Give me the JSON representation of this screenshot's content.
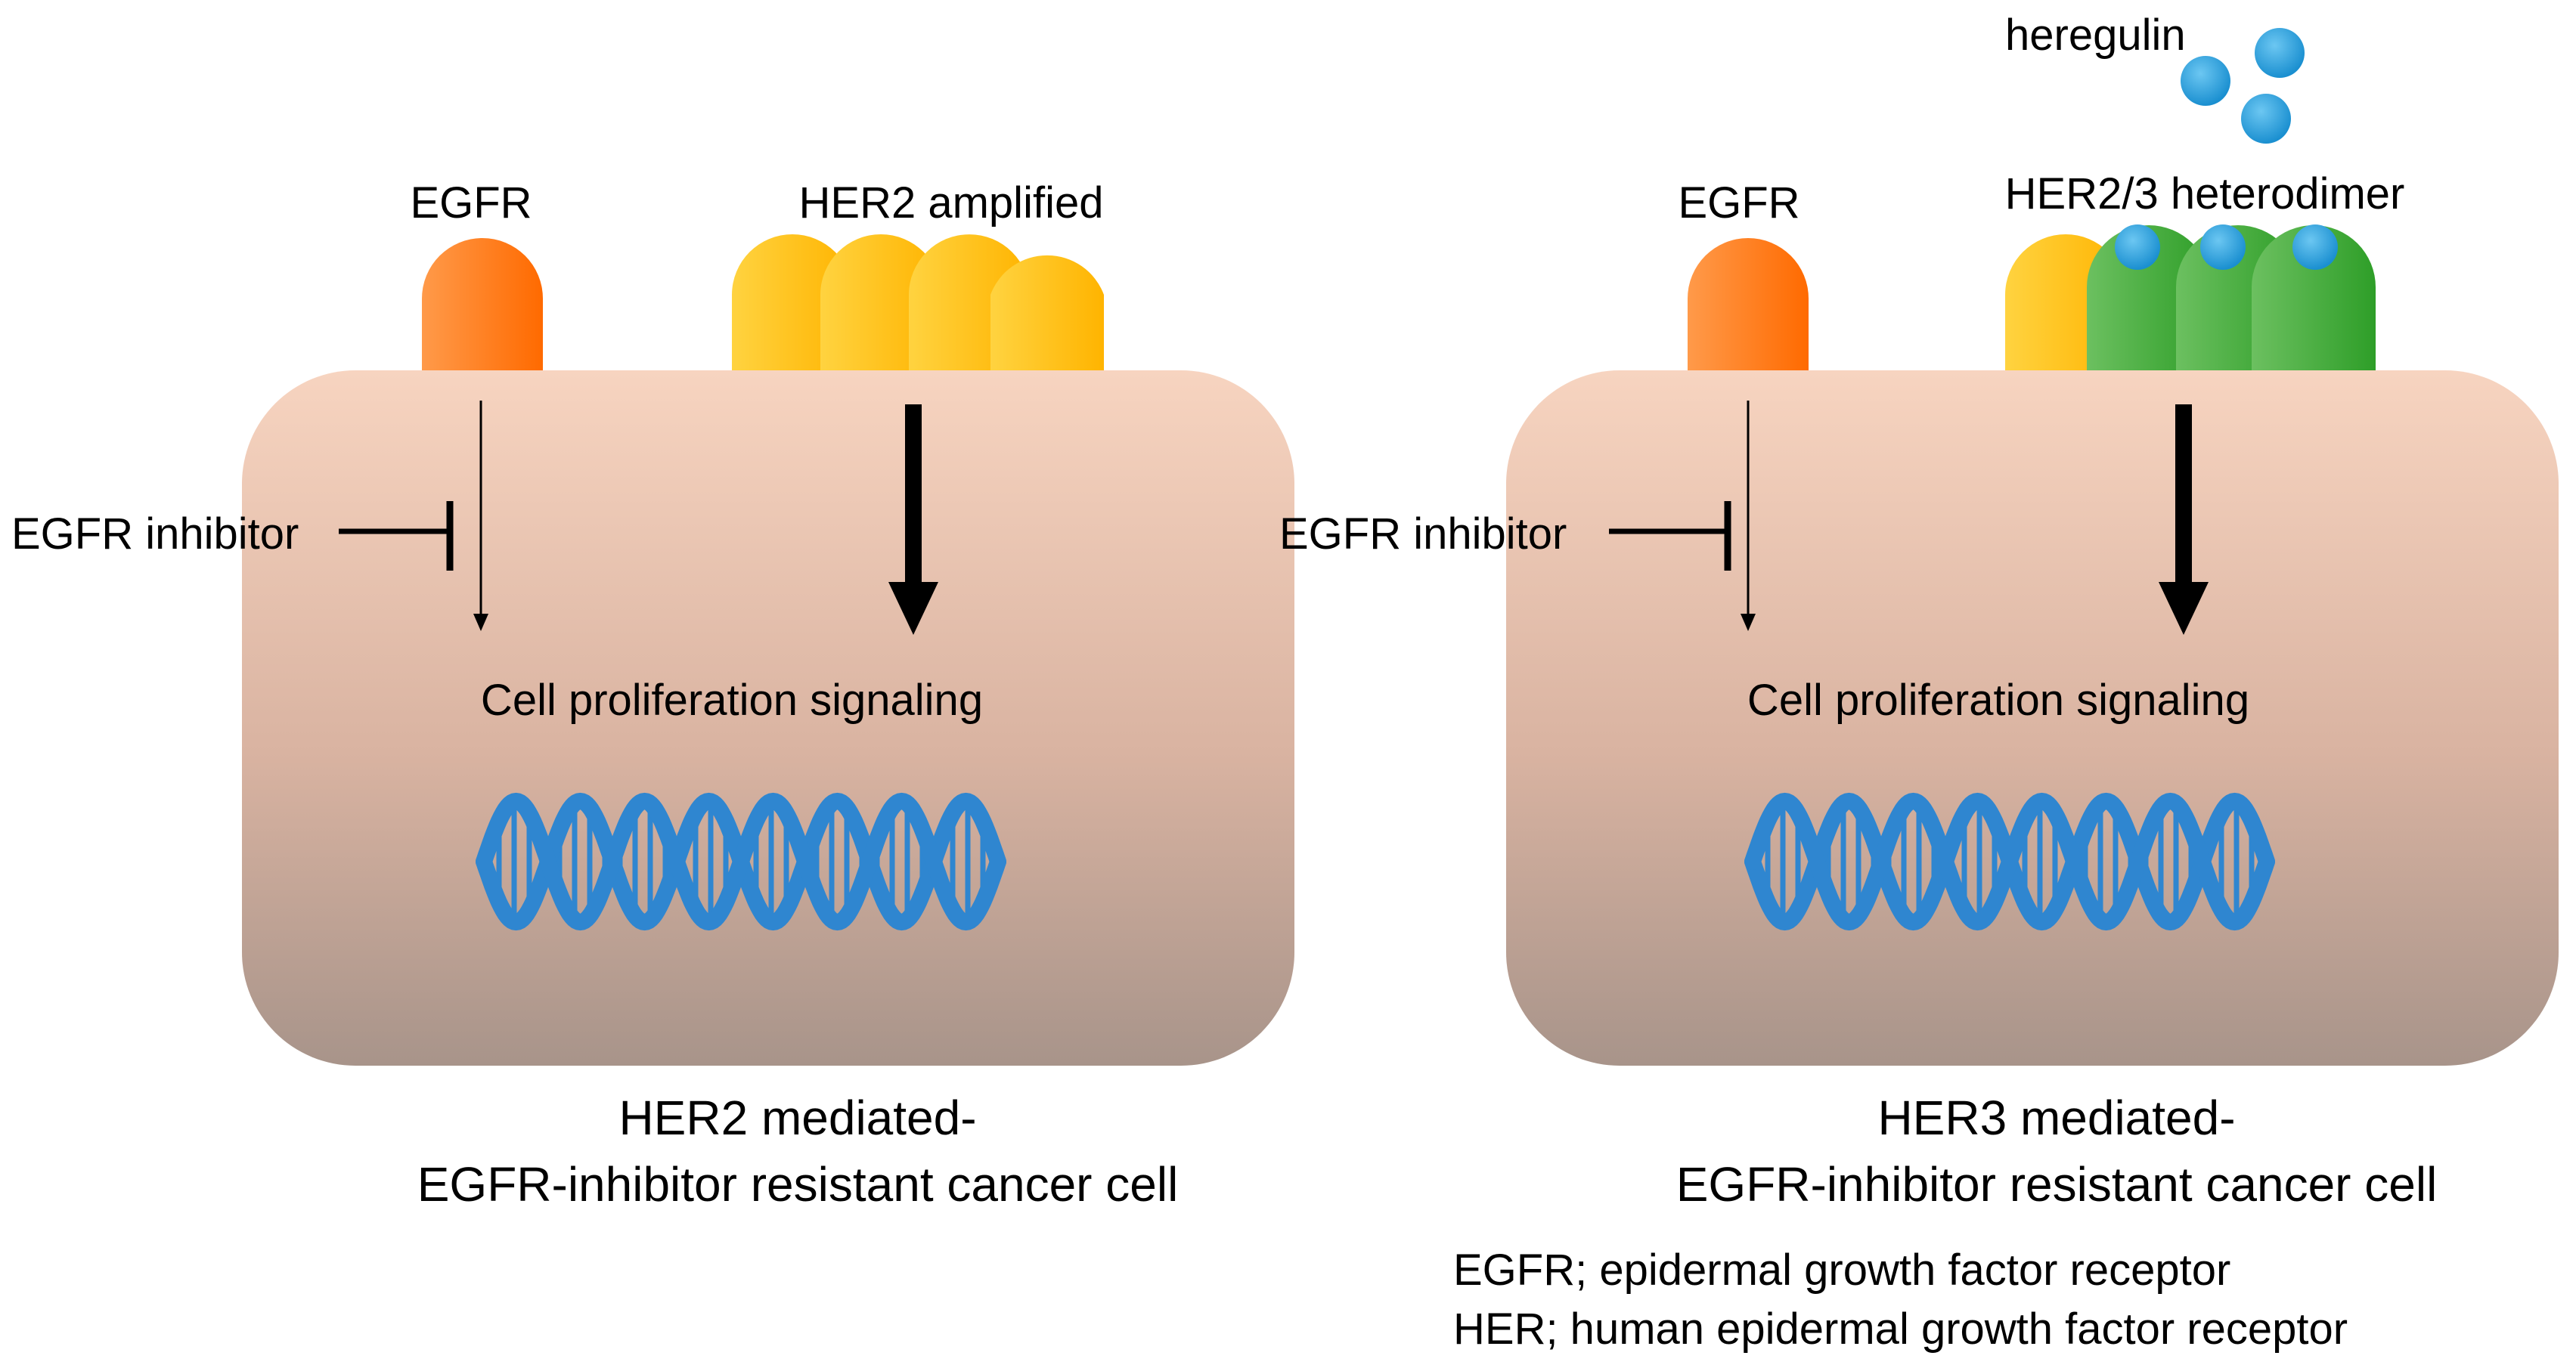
{
  "left_panel": {
    "egfr_label": "EGFR",
    "her2_label": "HER2 amplified",
    "inhibitor_label": "EGFR inhibitor",
    "signaling_label": "Cell proliferation signaling",
    "caption_line1": "HER2 mediated-",
    "caption_line2": "EGFR-inhibitor resistant cancer cell"
  },
  "right_panel": {
    "ligand_label": "heregulin",
    "egfr_label": "EGFR",
    "heterodimer_label": "HER2/3 heterodimer",
    "inhibitor_label": "EGFR inhibitor",
    "signaling_label": "Cell proliferation signaling",
    "caption_line1": "HER3 mediated-",
    "caption_line2": "EGFR-inhibitor resistant cancer cell"
  },
  "footnote": {
    "line1": "EGFR; epidermal growth factor receptor",
    "line2": "HER; human epidermal growth factor receptor"
  },
  "colors": {
    "egfr": "#ff7a1a",
    "her2": "#ffc20e",
    "her3": "#4caf3e",
    "heregulin": "#2aa3e0",
    "dna": "#2f86d0",
    "cell_top": "#f7d4c0",
    "cell_bottom": "#a8948a"
  }
}
